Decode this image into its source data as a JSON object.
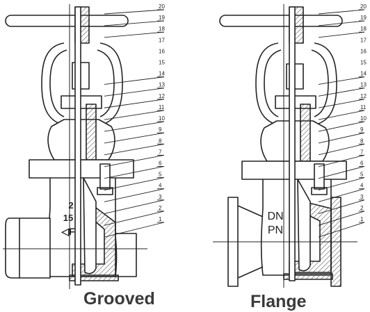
{
  "captions": {
    "left": "Grooved",
    "right": "Flange"
  },
  "left_valve": {
    "callouts": [
      "20",
      "19",
      "18",
      "17",
      "16",
      "15",
      "14",
      "13",
      "12",
      "11",
      "10",
      "9",
      "8",
      "7",
      "6",
      "5",
      "4",
      "3",
      "2",
      "1"
    ],
    "body_marks": [
      "2",
      "15",
      "◁F"
    ]
  },
  "right_valve": {
    "callouts": [
      "20",
      "19",
      "18",
      "17",
      "16",
      "15",
      "14",
      "13",
      "12",
      "11",
      "10",
      "9",
      "8",
      "7",
      "6",
      "5",
      "4",
      "3",
      "2",
      "1"
    ],
    "body_marks": [
      "DN",
      "PN"
    ]
  },
  "colors": {
    "ink": "#222222",
    "caption": "#3a3a3a",
    "hatch": "#555555"
  }
}
